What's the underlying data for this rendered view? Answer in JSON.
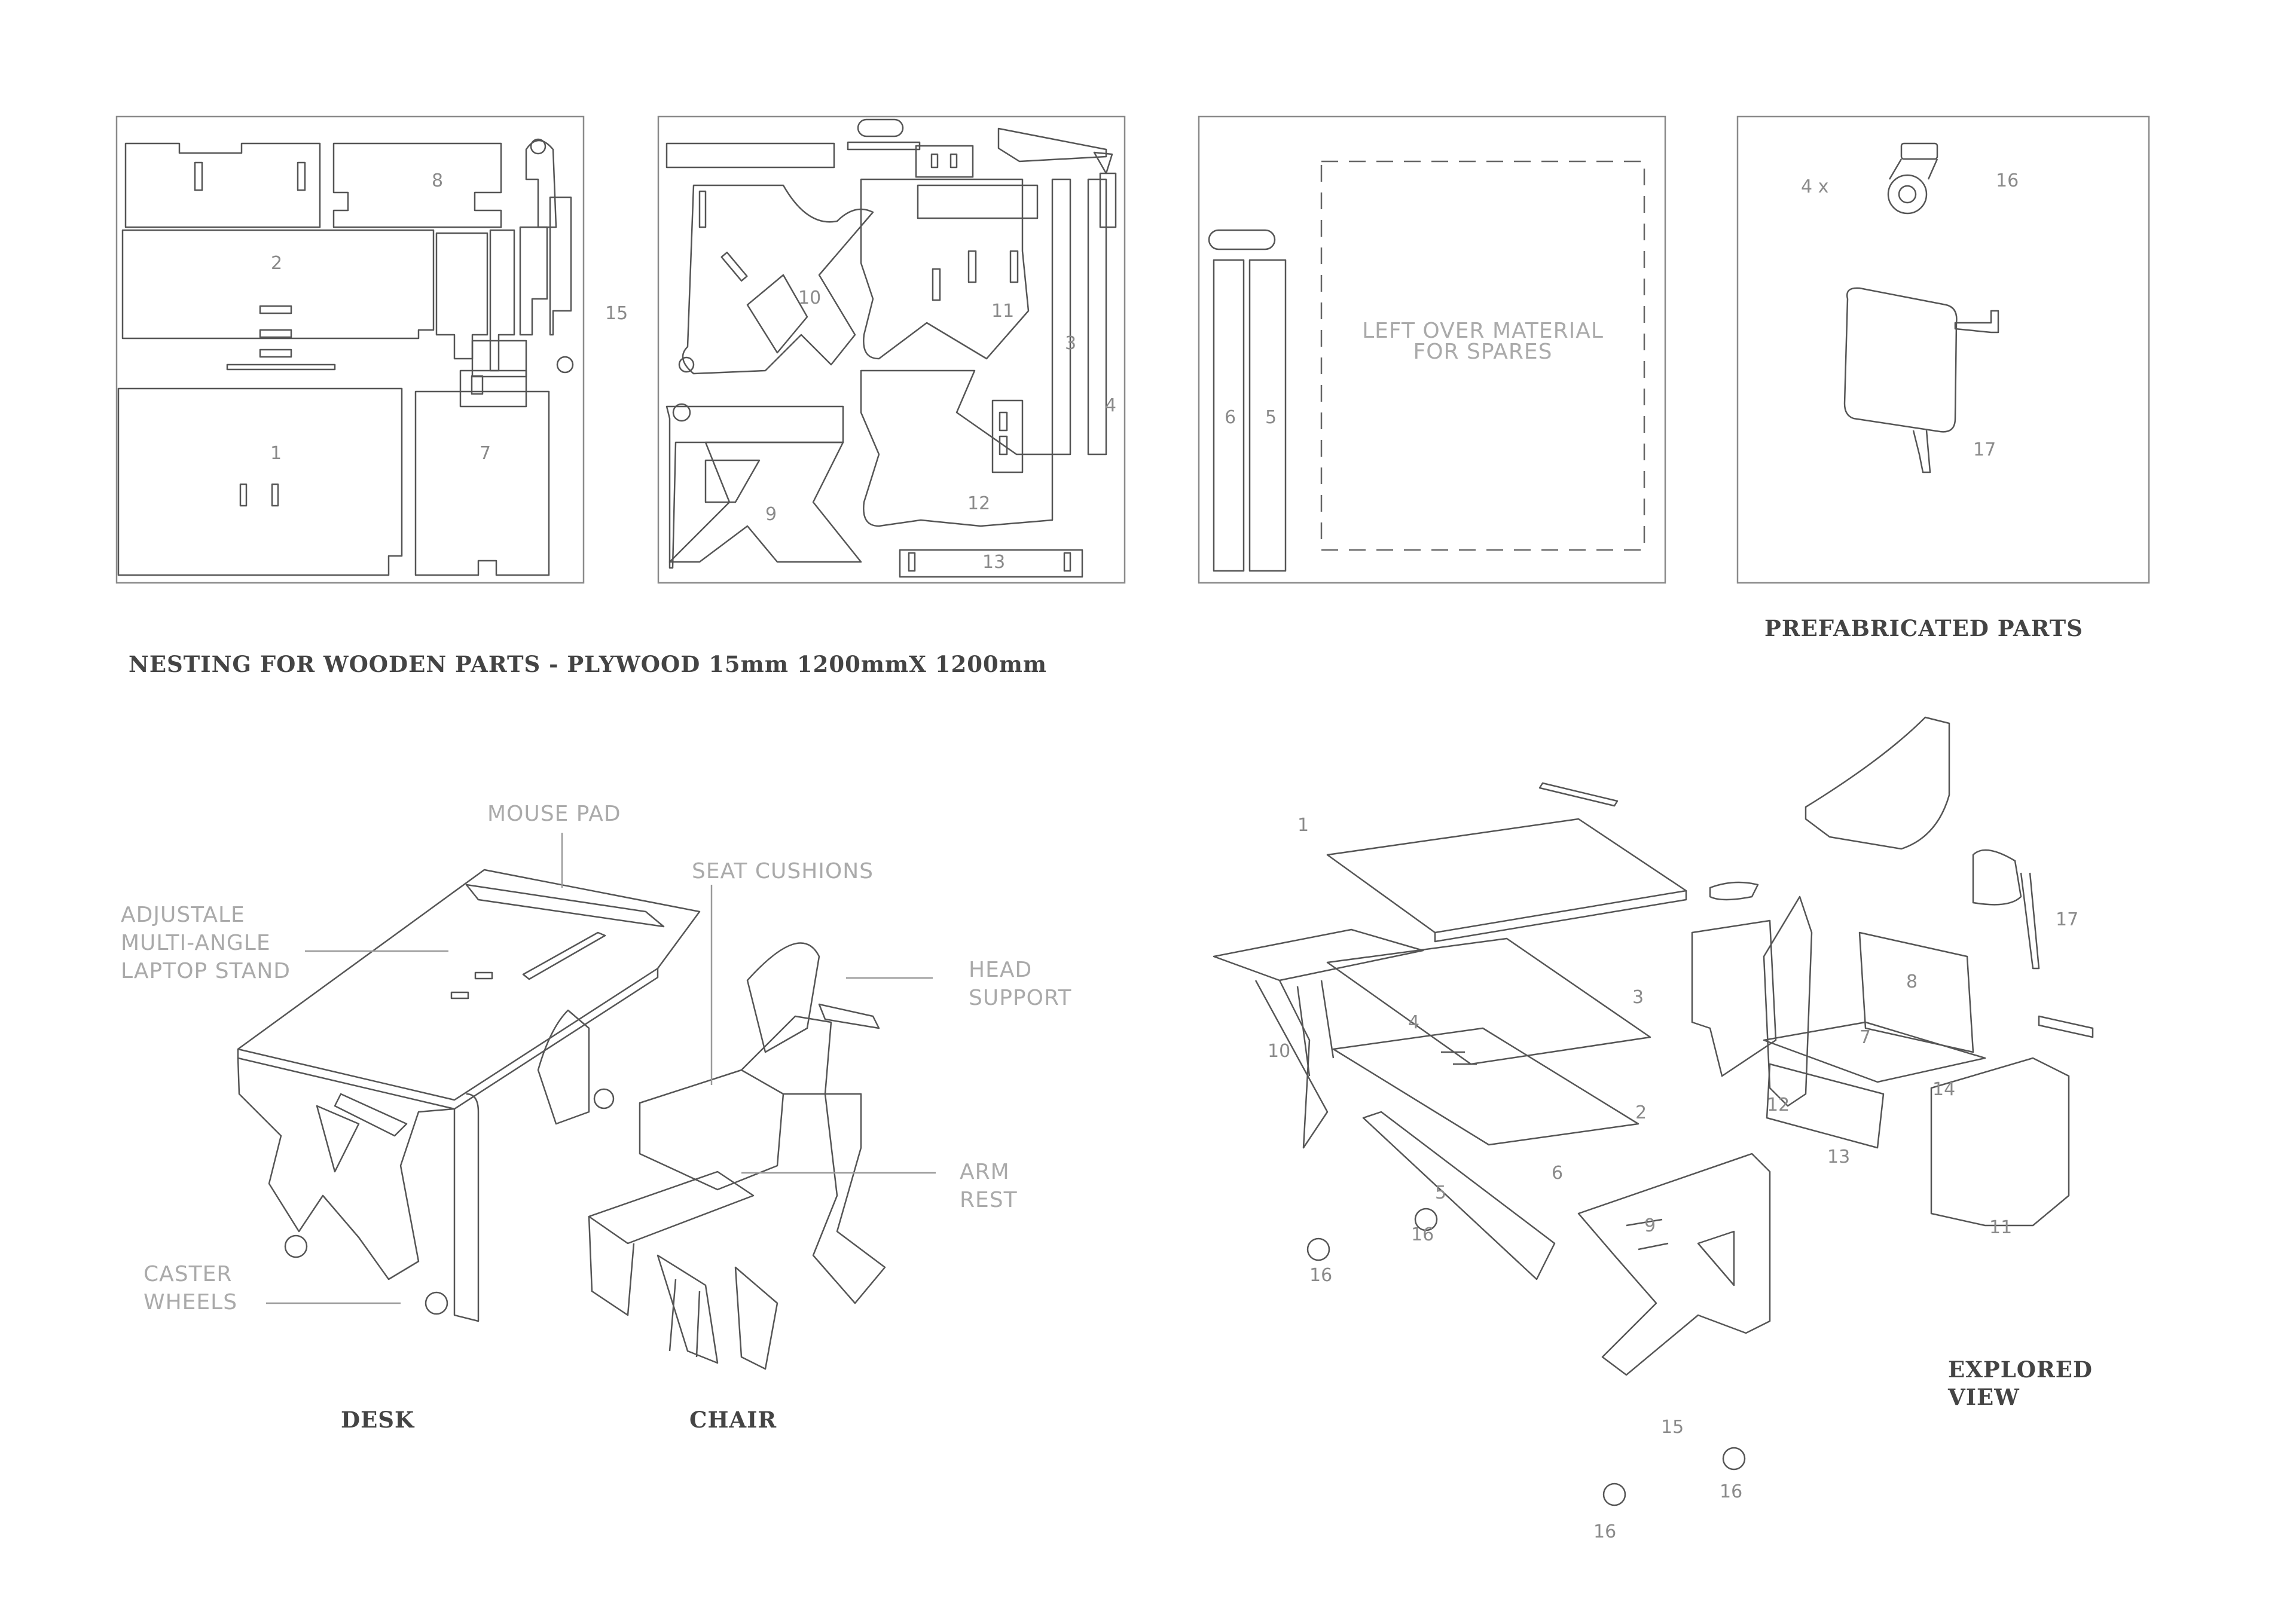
{
  "panels": {
    "panel1_labels": [
      "8",
      "2",
      "1",
      "7",
      "15"
    ],
    "panel2_labels": [
      "10",
      "11",
      "3",
      "4",
      "9",
      "12",
      "13"
    ],
    "panel3_labels": [
      "6",
      "5"
    ],
    "leftover_text": [
      "LEFT OVER MATERIAL",
      "FOR SPARES"
    ],
    "prefab": {
      "qty": "4 x",
      "caster_num": "16",
      "headrest_num": "17"
    }
  },
  "headings": {
    "nesting": "NESTING FOR WOODEN PARTS - PLYWOOD 15mm 1200mmX 1200mm",
    "prefab": "PREFABRICATED  PARTS",
    "desk": "DESK",
    "chair": "CHAIR",
    "explored_line1": "EXPLORED",
    "explored_line2": "VIEW"
  },
  "callouts": {
    "mouse_pad": "MOUSE PAD",
    "seat_cushions": "SEAT CUSHIONS",
    "laptop_stand": [
      "ADJUSTALE",
      "MULTI-ANGLE",
      "LAPTOP STAND"
    ],
    "head_support": [
      "HEAD",
      "SUPPORT"
    ],
    "arm_rest": [
      "ARM",
      "REST"
    ],
    "caster_wheels": [
      "CASTER",
      "WHEELS"
    ]
  },
  "exploded_labels": [
    "1",
    "17",
    "3",
    "8",
    "10",
    "4",
    "7",
    "2",
    "12",
    "14",
    "6",
    "13",
    "5",
    "9",
    "11",
    "16",
    "16",
    "15",
    "16",
    "16"
  ]
}
